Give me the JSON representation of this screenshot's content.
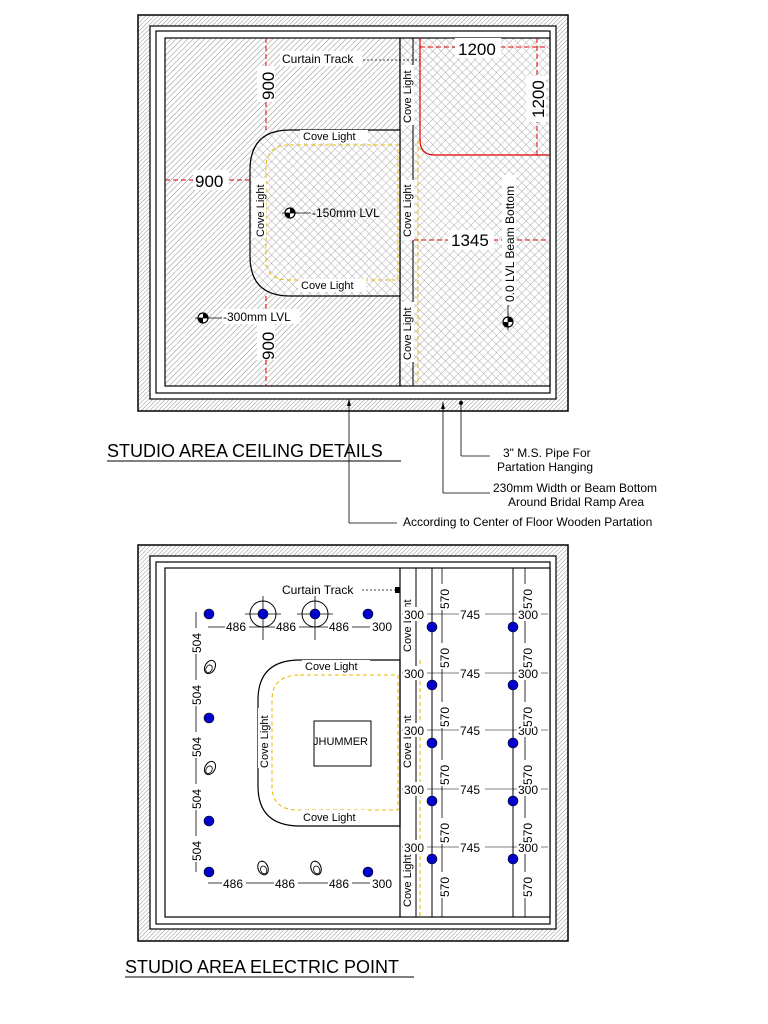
{
  "ceiling": {
    "title": "STUDIO AREA CEILING DETAILS",
    "curtain_track": "Curtain Track",
    "cove_light": "Cove Light",
    "level_150": "-150mm LVL",
    "level_300": "-300mm LVL",
    "beam_bottom": "0.0 LVL Beam Bottom",
    "dim_900_top": "900",
    "dim_900_left": "900",
    "dim_900_bottom": "900",
    "dim_1200_h": "1200",
    "dim_1200_v": "1200",
    "dim_1345": "1345",
    "note_pipe_1": "3\" M.S. Pipe For",
    "note_pipe_2": "Partation Hanging",
    "note_beam_1": "230mm Width or Beam Bottom",
    "note_beam_2": "Around Bridal Ramp Area",
    "note_center": "According to Center of  Floor Wooden Partation"
  },
  "electric": {
    "title": "STUDIO AREA ELECTRIC POINT",
    "curtain_track": "Curtain Track",
    "cove_light": "Cove Light",
    "chandelier": "JHUMMER",
    "dim_486": "486",
    "dim_300": "300",
    "dim_504": "504",
    "dim_570": "570",
    "dim_745": "745"
  },
  "colors": {
    "line": "#000000",
    "dimension": "#e00000",
    "cove_dash": "#e6b800",
    "light_point": "#0000cc",
    "hatch": "#999999"
  },
  "icons": {
    "light_point": "blue-dot-icon",
    "spot_light": "spotlight-icon",
    "level_marker": "level-marker-icon",
    "chandelier_point": "crosshair-circle-icon"
  }
}
